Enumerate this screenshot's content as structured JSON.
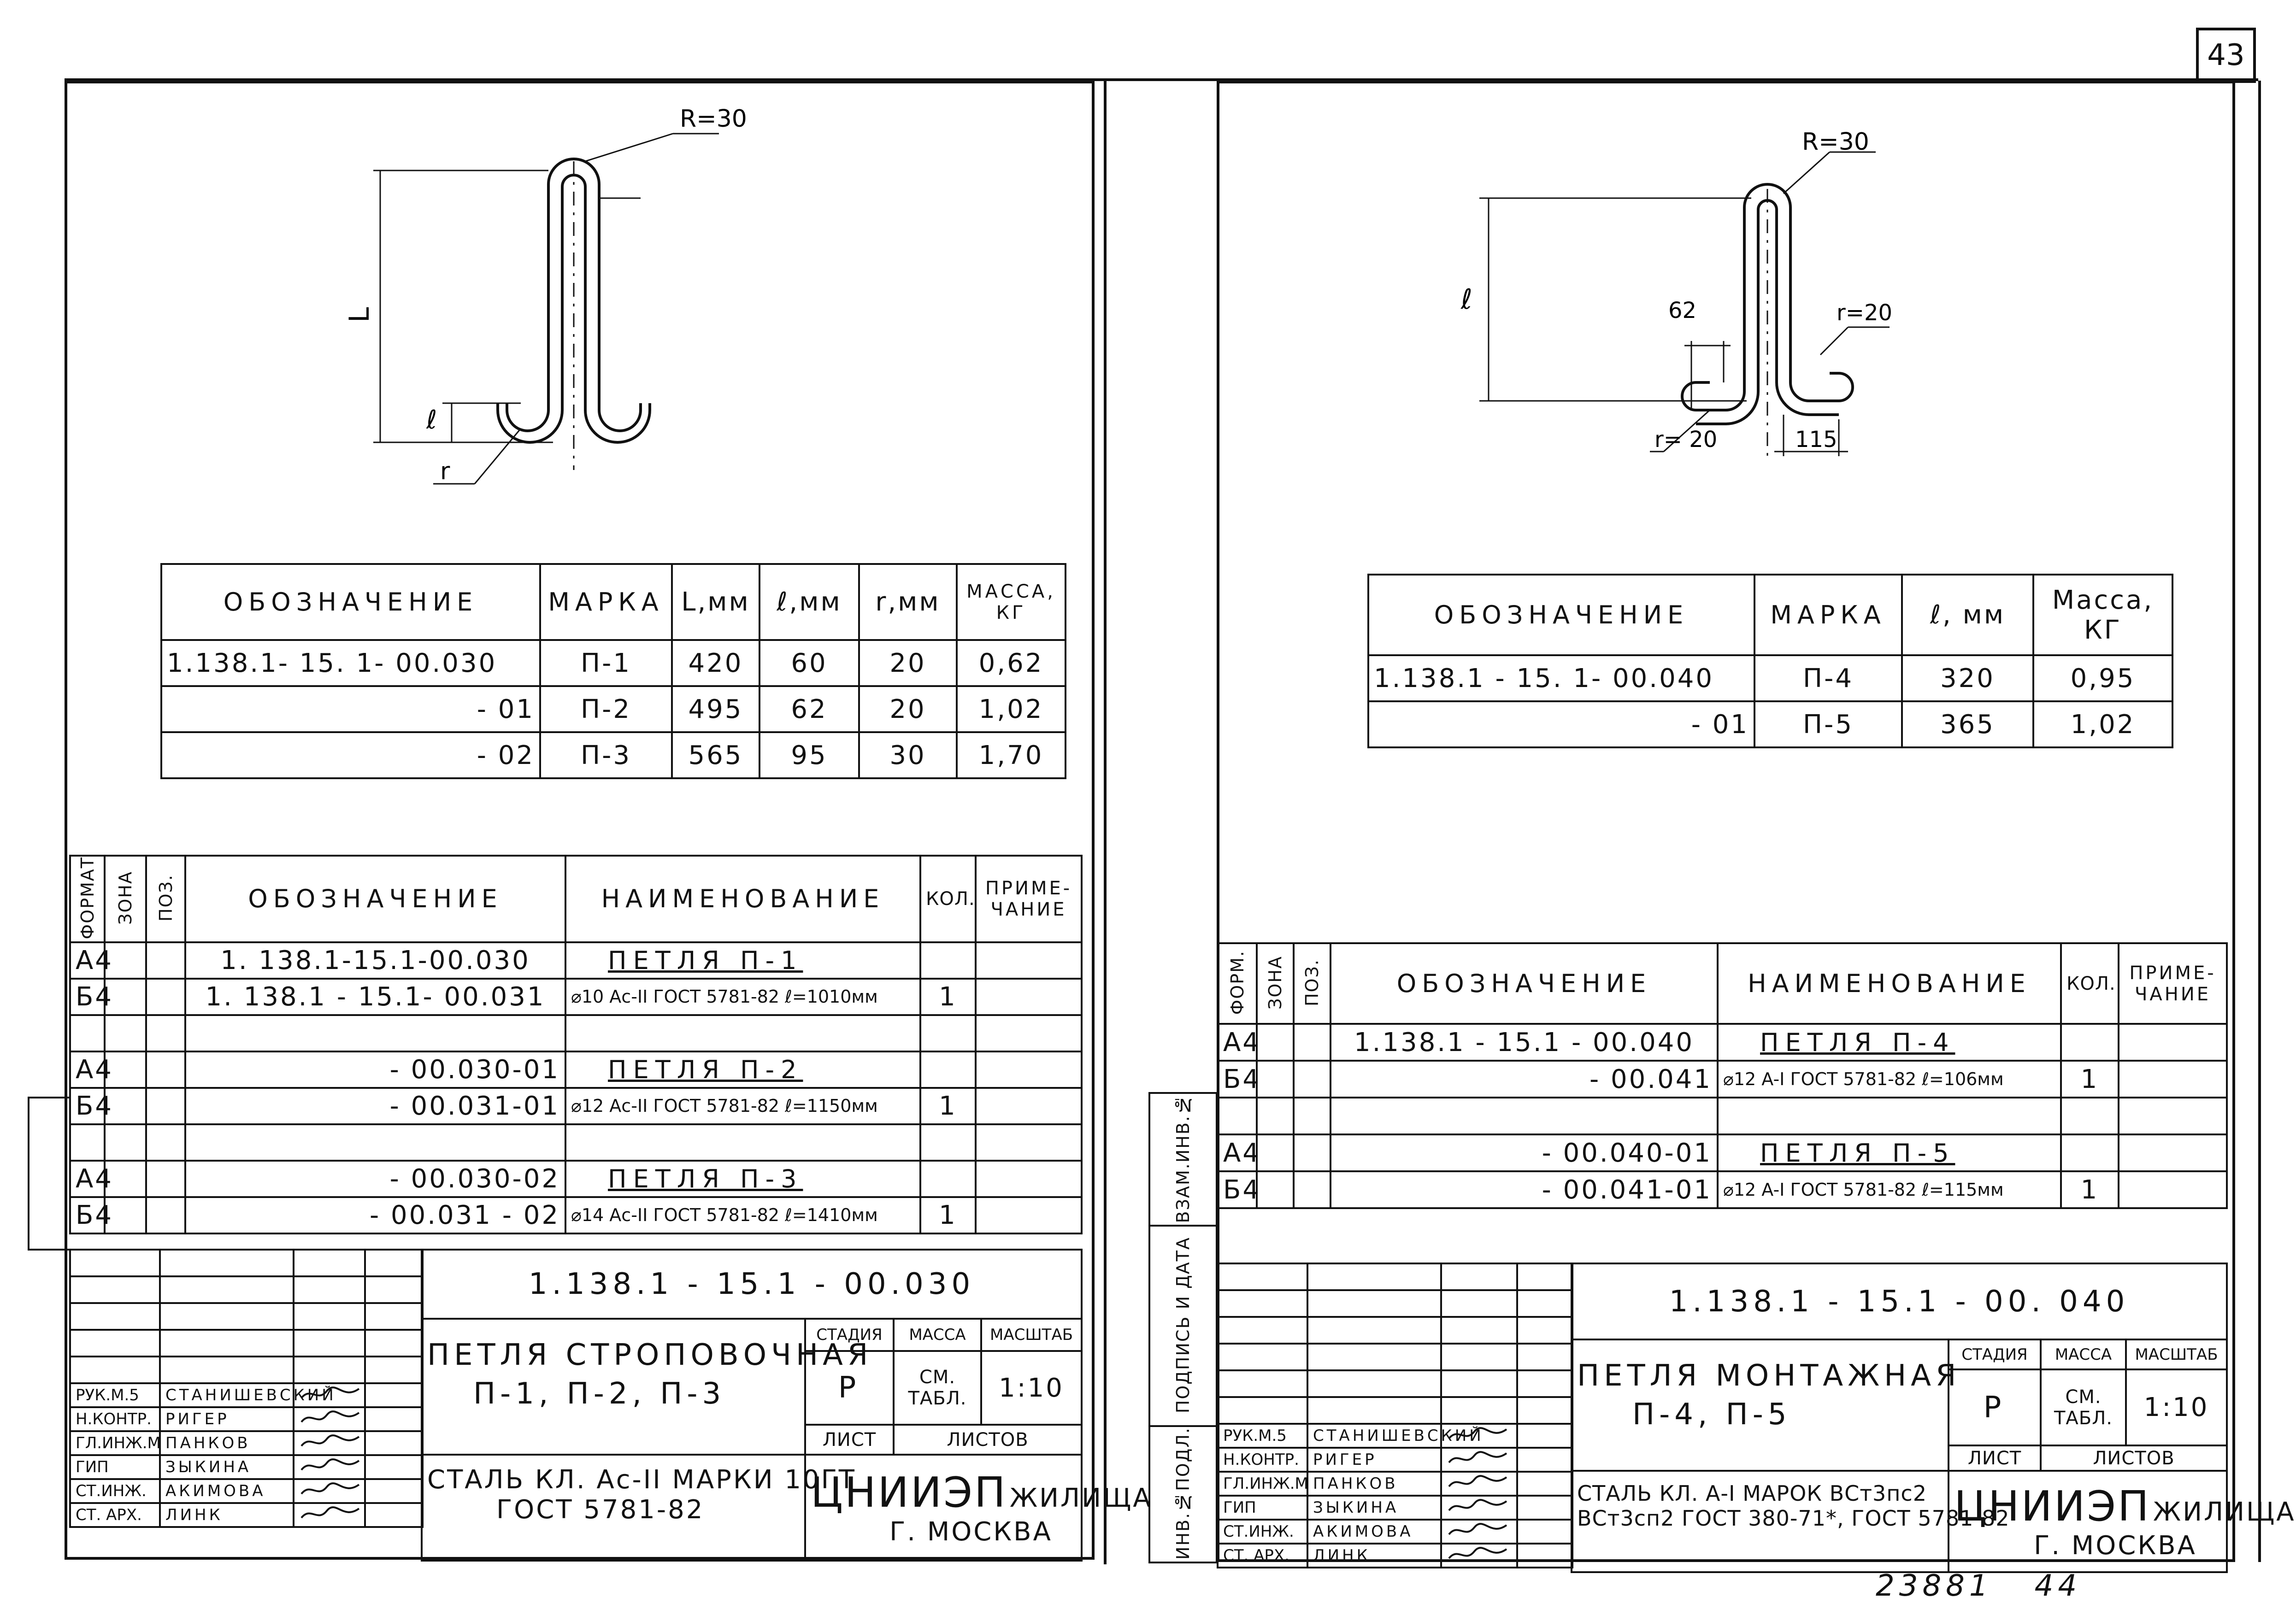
{
  "page_number": "43",
  "footer_number": "23881   44",
  "left": {
    "dim_labels": {
      "R": "R=30",
      "L": "L",
      "l": "ℓ",
      "r": "r"
    },
    "params_table": {
      "headers": [
        "ОБОЗНАЧЕНИЕ",
        "МАРКА",
        "L,мм",
        "ℓ,мм",
        "r,мм",
        "МАССА, КГ"
      ],
      "rows": [
        [
          "1.138.1- 15. 1- 00.030",
          "П-1",
          "420",
          "60",
          "20",
          "0,62"
        ],
        [
          "- 01",
          "П-2",
          "495",
          "62",
          "20",
          "1,02"
        ],
        [
          "- 02",
          "П-3",
          "565",
          "95",
          "30",
          "1,70"
        ]
      ]
    },
    "spec": {
      "headers": {
        "format": "ФОРМАТ",
        "zone": "ЗОНА",
        "pos": "ПОЗ.",
        "designation": "ОБОЗНАЧЕНИЕ",
        "name": "НАИМЕНОВАНИЕ",
        "qty": "КОЛ.",
        "note": "ПРИМЕ-ЧАНИЕ"
      },
      "rows": [
        {
          "format": "А4",
          "designation": "1. 138.1-15.1-00.030",
          "name": "ПЕТЛЯ  П-1",
          "qty": "",
          "underline": true
        },
        {
          "format": "Б4",
          "designation": "1. 138.1 - 15.1- 00.031",
          "name": "⌀10 Aс-II ГОСТ 5781-82 ℓ=1010мм",
          "qty": "1",
          "underline": false
        },
        {
          "format": "",
          "designation": "",
          "name": "",
          "qty": "",
          "underline": false
        },
        {
          "format": "А4",
          "designation": "- 00.030-01",
          "name": "ПЕТЛЯ  П-2",
          "qty": "",
          "underline": true
        },
        {
          "format": "Б4",
          "designation": "- 00.031-01",
          "name": "⌀12 Aс-II ГОСТ 5781-82 ℓ=1150мм",
          "qty": "1",
          "underline": false
        },
        {
          "format": "",
          "designation": "",
          "name": "",
          "qty": "",
          "underline": false
        },
        {
          "format": "А4",
          "designation": "- 00.030-02",
          "name": "ПЕТЛЯ  П-3",
          "qty": "",
          "underline": true
        },
        {
          "format": "Б4",
          "designation": "- 00.031 - 02",
          "name": "⌀14 Aс-II ГОСТ 5781-82 ℓ=1410мм",
          "qty": "1",
          "underline": false
        }
      ]
    },
    "stamp": {
      "doc_code": "1.138.1 - 15.1 - 00.030",
      "title": "ПЕТЛЯ СТРОПОВОЧНАЯ",
      "subtitle": "П-1, П-2, П-3",
      "stage_label": "СТАДИЯ",
      "mass_label": "МАССА",
      "scale_label": "МАСШТАБ",
      "stage": "Р",
      "mass": "СМ. ТАБЛ.",
      "scale": "1:10",
      "sheet_label": "ЛИСТ",
      "sheets_label": "ЛИСТОВ",
      "material_line1": "СТАЛЬ КЛ. Ас-II МАРКИ 10ГТ",
      "material_line2": "ГОСТ 5781-82",
      "org": "ЦНИИЭП",
      "org_suffix": "ЖИЛИЩА",
      "city": "Г. МОСКВА",
      "people": [
        {
          "role": "РУК.М.5",
          "name": "СТАНИШЕВСКИЙ"
        },
        {
          "role": "Н.КОНТР.",
          "name": "РИГЕР"
        },
        {
          "role": "ГЛ.ИНЖ.М",
          "name": "ПАНКОВ"
        },
        {
          "role": "ГИП",
          "name": "ЗЫКИНА"
        },
        {
          "role": "СТ.ИНЖ.",
          "name": "АКИМОВА"
        },
        {
          "role": "СТ. АРХ.",
          "name": "ЛИНК"
        }
      ]
    }
  },
  "right": {
    "dim_labels": {
      "R": "R=30",
      "l": "ℓ",
      "d62": "62",
      "r20a": "r=20",
      "r20b": "r= 20",
      "d115": "115"
    },
    "params_table": {
      "headers": [
        "ОБОЗНАЧЕНИЕ",
        "МАРКА",
        "ℓ, мм",
        "Масса, КГ"
      ],
      "rows": [
        [
          "1.138.1 - 15. 1- 00.040",
          "П-4",
          "320",
          "0,95"
        ],
        [
          "- 01",
          "П-5",
          "365",
          "1,02"
        ]
      ]
    },
    "side_strip": {
      "a": "ИНВ.№ПОДЛ.",
      "b": "ПОДПИСЬ И ДАТА",
      "c": "ВЗАМ.ИНВ.№"
    },
    "spec": {
      "headers": {
        "format": "ФОРМ.",
        "zone": "ЗОНА",
        "pos": "ПОЗ.",
        "designation": "ОБОЗНАЧЕНИЕ",
        "name": "НАИМЕНОВАНИЕ",
        "qty": "КОЛ.",
        "note": "ПРИМЕ-ЧАНИЕ"
      },
      "rows": [
        {
          "format": "А4",
          "designation": "1.138.1 - 15.1 - 00.040",
          "name": "ПЕТЛЯ  П-4",
          "qty": "",
          "underline": true
        },
        {
          "format": "Б4",
          "designation": "- 00.041",
          "name": "⌀12 A-I ГОСТ 5781-82 ℓ=106мм",
          "qty": "1",
          "underline": false
        },
        {
          "format": "",
          "designation": "",
          "name": "",
          "qty": "",
          "underline": false
        },
        {
          "format": "А4",
          "designation": "- 00.040-01",
          "name": "ПЕТЛЯ  П-5",
          "qty": "",
          "underline": true
        },
        {
          "format": "Б4",
          "designation": "- 00.041-01",
          "name": "⌀12 A-I ГОСТ 5781-82 ℓ=115мм",
          "qty": "1",
          "underline": false
        }
      ]
    },
    "stamp": {
      "doc_code": "1.138.1 - 15.1 - 00. 040",
      "title": "ПЕТЛЯ МОНТАЖНАЯ",
      "subtitle": "П-4, П-5",
      "stage_label": "СТАДИЯ",
      "mass_label": "МАССА",
      "scale_label": "МАСШТАБ",
      "stage": "Р",
      "mass": "СМ. ТАБЛ.",
      "scale": "1:10",
      "sheet_label": "ЛИСТ",
      "sheets_label": "ЛИСТОВ",
      "material_line1": "СТАЛЬ КЛ. А-I МАРОК ВСт3пс2",
      "material_line2": "ВСт3сп2 ГОСТ 380-71*, ГОСТ 5781-82",
      "org": "ЦНИИЭП",
      "org_suffix": "ЖИЛИЩА",
      "city": "Г. МОСКВА",
      "people": [
        {
          "role": "РУК.М.5",
          "name": "СТАНИШЕВСКИЙ"
        },
        {
          "role": "Н.КОНТР.",
          "name": "РИГЕР"
        },
        {
          "role": "ГЛ.ИНЖ.М",
          "name": "ПАНКОВ"
        },
        {
          "role": "ГИП",
          "name": "ЗЫКИНА"
        },
        {
          "role": "СТ.ИНЖ.",
          "name": "АКИМОВА"
        },
        {
          "role": "СТ. АРХ.",
          "name": "ЛИНК"
        }
      ]
    }
  }
}
